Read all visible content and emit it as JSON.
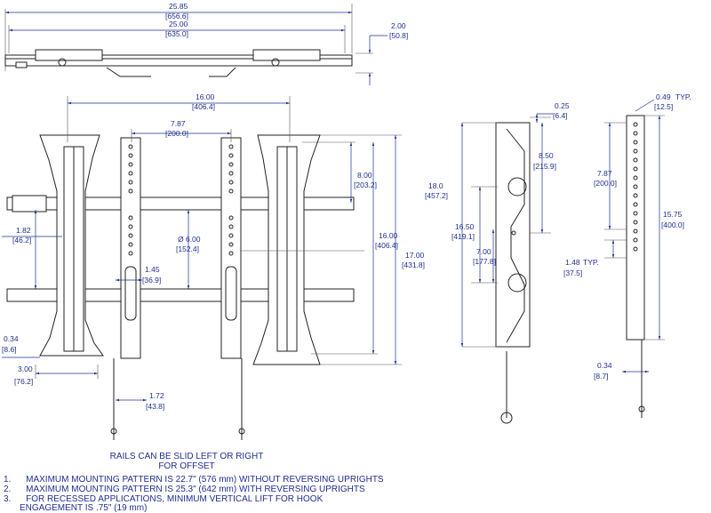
{
  "top_view": {
    "overall_width": {
      "in": "25.85",
      "mm": "[656.6]"
    },
    "rail_width": {
      "in": "25.00",
      "mm": "[635.0]"
    },
    "depth": {
      "in": "2.00",
      "mm": "[50.8]"
    }
  },
  "front_view": {
    "upright_spacing": {
      "in": "16.00",
      "mm": "[406.4]"
    },
    "half_spacing": {
      "in": "7.87",
      "mm": "[200.0]"
    },
    "upper_offset": {
      "in": "8.00",
      "mm": "[203.2]"
    },
    "inner_height": {
      "in": "16.00",
      "mm": "[406.4]"
    },
    "outer_height": {
      "in": "17.00",
      "mm": "[431.8]"
    },
    "rail_spacing": {
      "in": "Ø 6.00",
      "mm": "[152.4]"
    },
    "rail_height": {
      "in": "1.82",
      "mm": "[46.2]"
    },
    "slot_width": {
      "in": "1.45",
      "mm": "[36.9]"
    },
    "edge_offset": {
      "in": "0.34",
      "mm": "[8.6]"
    },
    "bottom_width": {
      "in": "3.00",
      "mm": "[76.2]"
    },
    "foot_width": {
      "in": "1.72",
      "mm": "[43.8]"
    },
    "caption_line1": "RAILS CAN BE SLID LEFT OR RIGHT",
    "caption_line2": "FOR OFFSET"
  },
  "side_view": {
    "top_offset": {
      "in": "0.25",
      "mm": "[6.4]"
    },
    "upper_hook": {
      "in": "8.50",
      "mm": "[215.9]"
    },
    "overall_height": {
      "in": "18.0",
      "mm": "[457.2]"
    },
    "hook_span": {
      "in": "16.50",
      "mm": "[419.1]"
    },
    "hook_gap": {
      "in": "7.00",
      "mm": "[177.8]"
    }
  },
  "upright_view": {
    "top_typ": {
      "in": "0.49",
      "typ": "TYP.",
      "mm": "[12.5]"
    },
    "hole_span": {
      "in": "7.87",
      "mm": "[200.0]"
    },
    "height": {
      "in": "15.75",
      "mm": "[400.0]"
    },
    "hole_pitch": {
      "in": "1.48",
      "typ": "TYP.",
      "mm": "[37.5]"
    },
    "bottom": {
      "in": "0.34",
      "mm": "[8.7]"
    }
  },
  "notes": [
    {
      "num": "1.",
      "text": "MAXIMUM MOUNTING PATTERN IS 22.7\" (576 mm) WITHOUT REVERSING UPRIGHTS"
    },
    {
      "num": "2.",
      "text": "MAXIMUM MOUNTING PATTERN IS 25.3\" (642 mm) WITH REVERSING UPRIGHTS"
    },
    {
      "num": "3.",
      "text": "FOR RECESSED APPLICATIONS, MINIMUM VERTICAL LIFT FOR HOOK"
    }
  ],
  "note3_cont": "ENGAGEMENT IS .75\" (19 mm)"
}
